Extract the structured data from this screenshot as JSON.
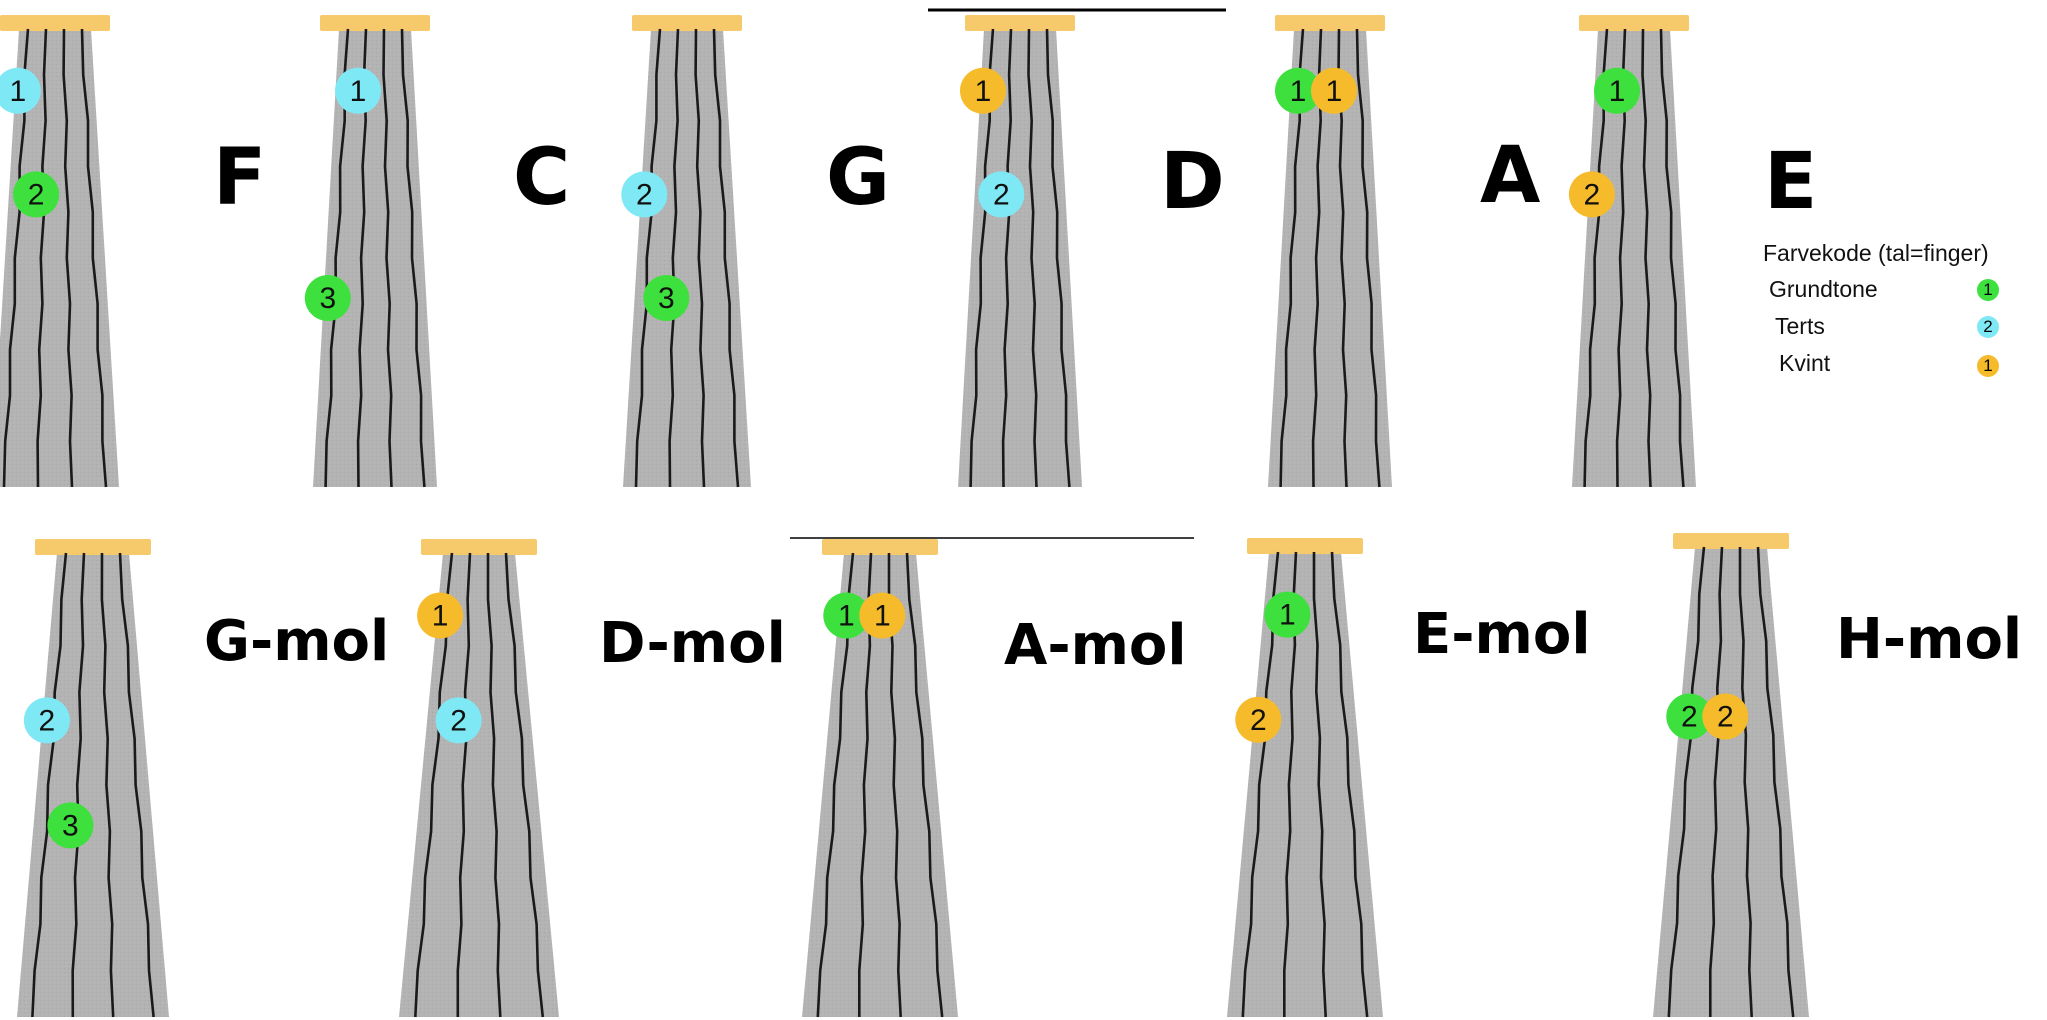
{
  "colors": {
    "neck": "#b3b3b3",
    "nut": "#f6c96b",
    "string": "#1a1a1a",
    "root": "#3ee03e",
    "third": "#7fe8f5",
    "fifth": "#f5bb2a"
  },
  "chords": [
    {
      "name": "F",
      "dots": [
        {
          "string": 0,
          "fret": 1,
          "finger": "1",
          "role": "third"
        },
        {
          "string": 1,
          "fret": 2,
          "finger": "2",
          "role": "root"
        }
      ]
    },
    {
      "name": "C",
      "dots": [
        {
          "string": 1,
          "fret": 1,
          "finger": "1",
          "role": "third"
        },
        {
          "string": 0,
          "fret": 3,
          "finger": "3",
          "role": "root"
        }
      ]
    },
    {
      "name": "G",
      "dots": [
        {
          "string": 0,
          "fret": 2,
          "finger": "2",
          "role": "third"
        },
        {
          "string": 1,
          "fret": 3,
          "finger": "3",
          "role": "root"
        }
      ]
    },
    {
      "name": "D",
      "dots": [
        {
          "string": 0,
          "fret": 1,
          "finger": "1",
          "role": "fifth"
        },
        {
          "string": 1,
          "fret": 2,
          "finger": "2",
          "role": "third"
        }
      ]
    },
    {
      "name": "A",
      "dots": [
        {
          "string": 0,
          "fret": 1,
          "finger": "1",
          "role": "root"
        },
        {
          "string": 1,
          "fret": 1,
          "finger": "1",
          "role": "fifth"
        }
      ]
    },
    {
      "name": "E",
      "dots": [
        {
          "string": 1,
          "fret": 1,
          "finger": "1",
          "role": "root"
        },
        {
          "string": 0,
          "fret": 2,
          "finger": "2",
          "role": "fifth"
        }
      ]
    },
    {
      "name": "G-mol",
      "dots": [
        {
          "string": 0,
          "fret": 2,
          "finger": "2",
          "role": "third"
        },
        {
          "string": 1,
          "fret": 3,
          "finger": "3",
          "role": "root"
        }
      ]
    },
    {
      "name": "D-mol",
      "dots": [
        {
          "string": 0,
          "fret": 1,
          "finger": "1",
          "role": "fifth"
        },
        {
          "string": 1,
          "fret": 2,
          "finger": "2",
          "role": "third"
        }
      ]
    },
    {
      "name": "A-mol",
      "dots": [
        {
          "string": 0,
          "fret": 1,
          "finger": "1",
          "role": "root"
        },
        {
          "string": 1,
          "fret": 1,
          "finger": "1",
          "role": "fifth"
        }
      ]
    },
    {
      "name": "E-mol",
      "dots": [
        {
          "string": 1,
          "fret": 1,
          "finger": "1",
          "role": "root"
        },
        {
          "string": 0,
          "fret": 2,
          "finger": "2",
          "role": "fifth"
        }
      ]
    },
    {
      "name": "H-mol",
      "dots": [
        {
          "string": 0,
          "fret": 2,
          "finger": "2",
          "role": "root"
        },
        {
          "string": 1,
          "fret": 2,
          "finger": "2",
          "role": "fifth"
        }
      ]
    }
  ],
  "legend": {
    "title": "Farvekode (tal=finger)",
    "items": [
      {
        "label": "Grundtone",
        "sample": "1",
        "role": "root"
      },
      {
        "label": "Terts",
        "sample": "2",
        "role": "third"
      },
      {
        "label": "Kvint",
        "sample": "1",
        "role": "fifth"
      }
    ]
  }
}
